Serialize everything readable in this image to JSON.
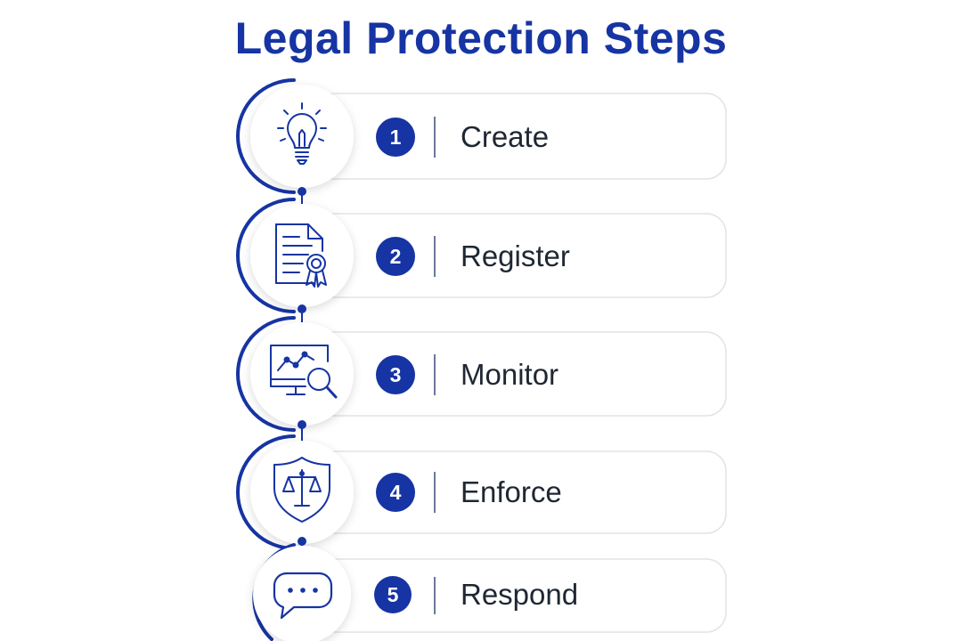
{
  "title": "Legal Protection Steps",
  "colors": {
    "accent": "#1634a3",
    "card_border": "#e1e3e8",
    "text": "#1f2733"
  },
  "steps": [
    {
      "number": "1",
      "label": "Create",
      "icon": "lightbulb-icon"
    },
    {
      "number": "2",
      "label": "Register",
      "icon": "certificate-document-icon"
    },
    {
      "number": "3",
      "label": "Monitor",
      "icon": "monitor-search-icon"
    },
    {
      "number": "4",
      "label": "Enforce",
      "icon": "shield-scales-icon"
    },
    {
      "number": "5",
      "label": "Respond",
      "icon": "chat-bubble-icon"
    }
  ]
}
